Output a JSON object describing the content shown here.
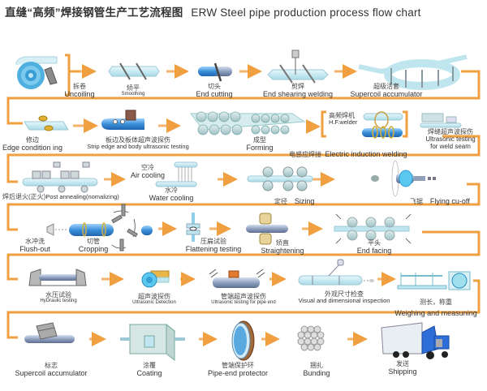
{
  "title": {
    "cn": "直缝“高频”焊接钢管生产工艺流程图",
    "en": "ERW Steel pipe production process flow chart"
  },
  "colors": {
    "connector": "#f0a040",
    "pipe_light": "#bfe6ef",
    "pipe_blue": "#3a8fd8",
    "pipe_grey": "#8fa0b8",
    "text": "#333333"
  },
  "rows": [
    {
      "steps": [
        {
          "cn": "拆卷",
          "en": "Uncoiling",
          "icon": "coil-icon"
        },
        {
          "cn": "矫平",
          "en": "Smoothing",
          "icon": "strip-smoothing-icon"
        },
        {
          "cn": "切头",
          "en": "End cutting",
          "icon": "end-cutting-icon"
        },
        {
          "cn": "剪焊",
          "en": "End shearing welding",
          "icon": "shear-weld-icon"
        },
        {
          "cn": "超级活套",
          "en": "Supercoil accumulator",
          "icon": "accumulator-loop-icon"
        }
      ]
    },
    {
      "steps": [
        {
          "cn": "修边",
          "en": "Edge condition ing",
          "icon": "edge-trim-icon"
        },
        {
          "cn": "板边及板体超声波探伤",
          "en": "Strip edge and body ultrasonic testing",
          "icon": "strip-ultrasonic-icon"
        },
        {
          "cn": "成型",
          "en": "Forming",
          "icon": "forming-rollers-icon"
        },
        {
          "cn": "高频焊机",
          "en": "H.F.welder",
          "icon": "hf-welder-icon"
        },
        {
          "cn": "电感应焊接",
          "en": "Electric induction welding",
          "icon": "induction-coil-icon"
        },
        {
          "cn": "焊缝超声波探伤",
          "en": "Ultrasonic testing for weld seam",
          "icon": "weld-seam-ultrasonic-icon"
        }
      ]
    },
    {
      "steps": [
        {
          "cn": "焊后退火(正火)",
          "en": "Post annealing(nomalizing)",
          "icon": "annealing-icon"
        },
        {
          "cn": "空冷",
          "en": "Air cooling",
          "icon": "air-cooling-icon"
        },
        {
          "cn": "水冷",
          "en": "Water cooling",
          "icon": "water-cooling-icon"
        },
        {
          "cn": "定径",
          "en": "Sizing",
          "icon": "sizing-rollers-icon"
        },
        {
          "cn": "飞锯",
          "en": "Flying cu-off",
          "icon": "flying-saw-icon"
        }
      ]
    },
    {
      "steps": [
        {
          "cn": "水冲洗",
          "en": "Flush-out",
          "icon": "flush-nozzle-icon"
        },
        {
          "cn": "切管",
          "en": "Cropping",
          "icon": "cropping-icon"
        },
        {
          "cn": "压扁试验",
          "en": "Flattening testing",
          "icon": "flattening-icon"
        },
        {
          "cn": "矫直",
          "en": "Straightening",
          "icon": "straightening-icon"
        },
        {
          "cn": "平头",
          "en": "End facing",
          "icon": "end-facing-icon"
        }
      ]
    },
    {
      "steps": [
        {
          "cn": "水压试验",
          "en": "HyDraulic testing",
          "icon": "hydraulic-test-icon"
        },
        {
          "cn": "超声波探伤",
          "en": "Ultrasonic Detection",
          "icon": "ultrasonic-detection-icon"
        },
        {
          "cn": "管端超声波探伤",
          "en": "Ultrasonic testing for pipe end",
          "icon": "pipe-end-ultrasonic-icon"
        },
        {
          "cn": "外观尺寸检查",
          "en": "Visual and dimensional inspection",
          "icon": "inspection-icon"
        },
        {
          "cn": "测长，称重",
          "en": "Weighing and measuning",
          "icon": "weighing-icon"
        }
      ]
    },
    {
      "steps": [
        {
          "cn": "标志",
          "en": "Supercoil accumulator",
          "icon": "marking-icon"
        },
        {
          "cn": "涂覆",
          "en": "Coating",
          "icon": "coating-box-icon"
        },
        {
          "cn": "管端保护环",
          "en": "Pipe-end protector",
          "icon": "pipe-end-protector-icon"
        },
        {
          "cn": "捆扎",
          "en": "Bunding",
          "icon": "bundle-icon"
        },
        {
          "cn": "发送",
          "en": "Shipping",
          "icon": "truck-icon"
        }
      ]
    }
  ]
}
